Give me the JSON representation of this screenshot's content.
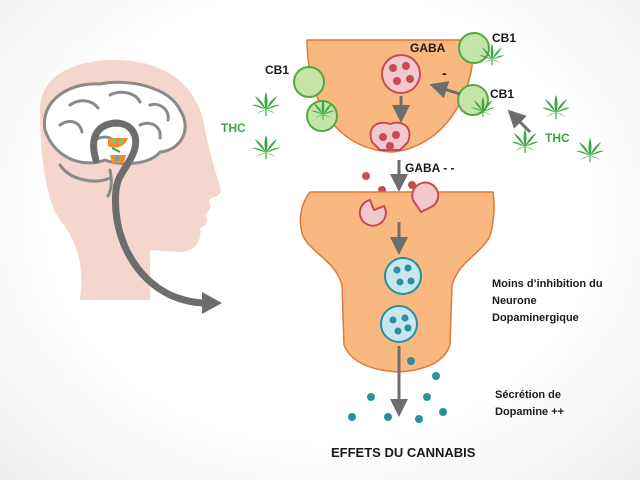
{
  "labels": {
    "gaba": "GABA",
    "minus": "-",
    "cb1_left": "CB1",
    "cb1_top_right": "CB1",
    "cb1_right": "CB1",
    "thc_left": "THC",
    "thc_right": "THC",
    "gaba_decrease": "GABA - -",
    "inhibition_line1": "Moins d’inhibition du",
    "inhibition_line2": "Neurone",
    "inhibition_line3": "Dopaminergique",
    "secretion_line1": "Sécrétion de",
    "secretion_line2": "Dopamine ++",
    "title": "EFFETS DU CANNABIS"
  },
  "colors": {
    "neuron": "#f9b87f",
    "neuron_stroke": "#e0793a",
    "cb1_receptor": "#c5e4a8",
    "cb1_stroke": "#55a83f",
    "gaba_vesicle": "#f3c8cc",
    "gaba_dot": "#c74a55",
    "dopamine_vesicle": "#c7e6ee",
    "dopamine_dot": "#2a8fa0",
    "leaf": "#3aa640",
    "head": "#f4d6cc",
    "arrow": "#6d6d6d"
  },
  "icons": [
    "cannabis-leaf-icon",
    "head-profile-icon",
    "brain-icon"
  ]
}
